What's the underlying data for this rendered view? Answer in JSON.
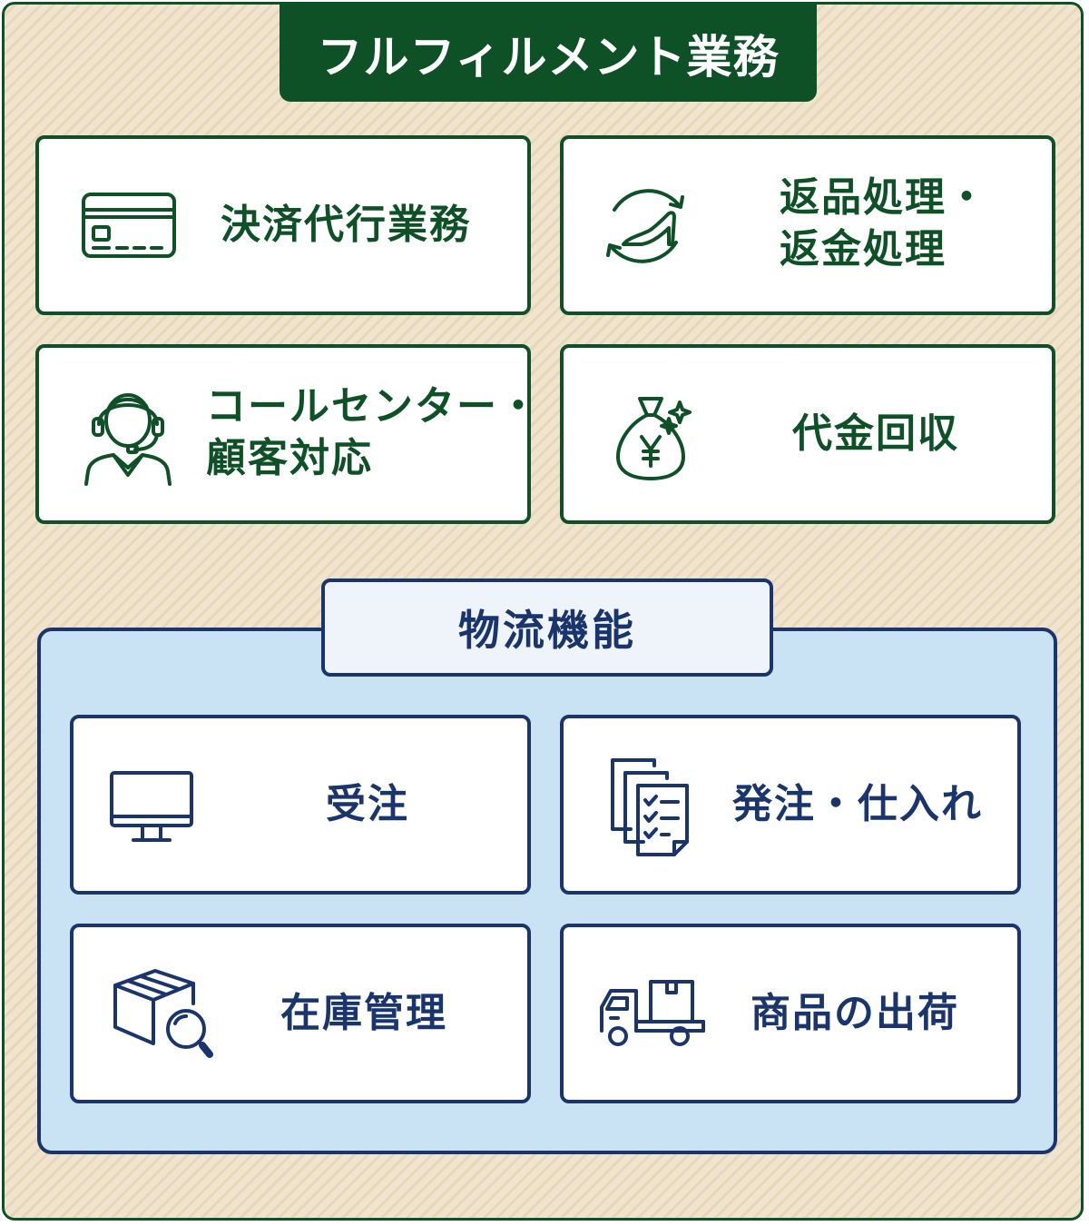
{
  "fulfillment": {
    "title": "フルフィルメント業務",
    "accent_color": "#0f5127",
    "items": [
      {
        "icon": "credit-card-icon",
        "lines": [
          "決済代行業務"
        ]
      },
      {
        "icon": "shoe-return-icon",
        "lines": [
          "返品処理・",
          "返金処理"
        ]
      },
      {
        "icon": "call-center-operator-icon",
        "lines": [
          "コールセンター・",
          "顧客対応"
        ]
      },
      {
        "icon": "money-bag-yen-icon",
        "lines": [
          "代金回収"
        ]
      }
    ]
  },
  "logistics": {
    "title": "物流機能",
    "accent_color": "#1a356e",
    "panel_color": "#c9e3f4",
    "items": [
      {
        "icon": "computer-monitor-icon",
        "lines": [
          "受注"
        ]
      },
      {
        "icon": "order-documents-icon",
        "lines": [
          "発注・仕入れ"
        ]
      },
      {
        "icon": "box-search-icon",
        "lines": [
          "在庫管理"
        ]
      },
      {
        "icon": "delivery-truck-icon",
        "lines": [
          "商品の出荷"
        ]
      }
    ]
  }
}
